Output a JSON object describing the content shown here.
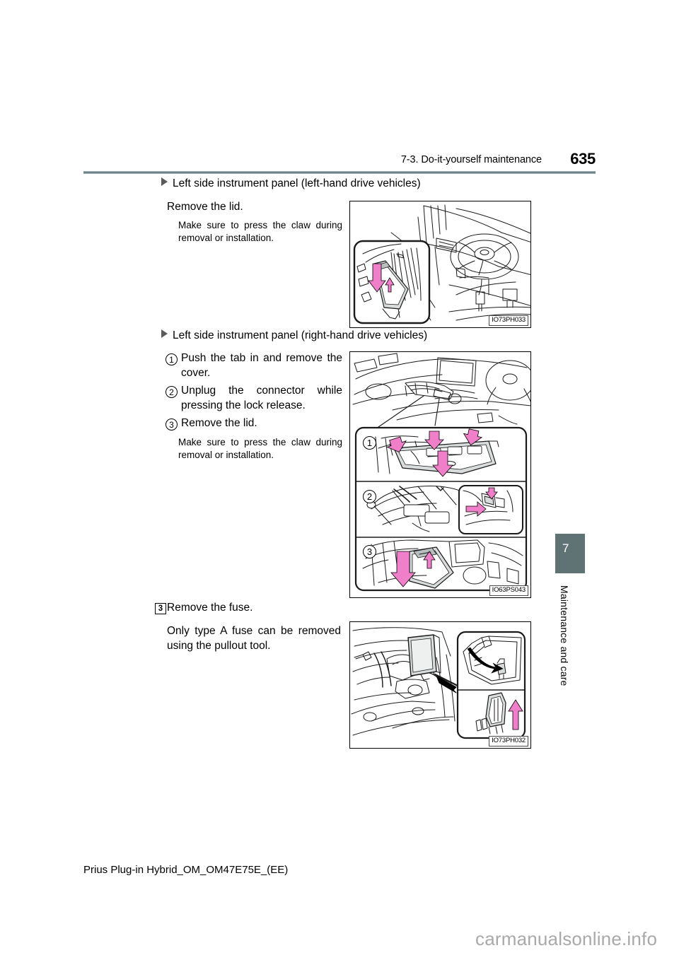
{
  "page": {
    "header_section": "7-3. Do-it-yourself maintenance",
    "page_number": "635",
    "footer_doc_id": "Prius Plug-in Hybrid_OM_OM47E75E_(EE)",
    "watermark": "carmanualsonline.info",
    "rule_color": "#6e8184"
  },
  "side_tab": {
    "chapter_number": "7",
    "chapter_label": "Maintenance and care",
    "color": "#5f7375"
  },
  "sections": [
    {
      "heading": "Left side instrument panel (left-hand drive vehicles)",
      "steps": [
        {
          "marker": "",
          "text": "Remove the lid.",
          "note": "Make sure to press the claw during removal or installation."
        }
      ],
      "figure": {
        "code": "IO73PH033",
        "alt": "Instrument panel left side with inset detail of lid removal, pink arrows"
      }
    },
    {
      "heading": "Left side instrument panel (right-hand drive vehicles)",
      "steps": [
        {
          "marker": "1",
          "text": "Push the tab in and remove the cover.",
          "note": ""
        },
        {
          "marker": "2",
          "text": "Unplug the connector while pressing the lock release.",
          "note": ""
        },
        {
          "marker": "3",
          "text": "Remove the lid.",
          "note": "Make sure to press the claw during removal or installation."
        }
      ],
      "figure": {
        "code": "IO63PS043",
        "alt": "Three-panel illustration of cover, connector and lid removal",
        "panel_labels": [
          "1",
          "2",
          "3"
        ]
      }
    },
    {
      "heading": "",
      "steps": [
        {
          "marker": "3",
          "marker_style": "square",
          "text": "Remove the fuse.",
          "note": "Only type A fuse can be removed using the pullout tool."
        }
      ],
      "figure": {
        "code": "IO73PH032",
        "alt": "Engine compartment fuse box with inset detail of pullout tool and fuse"
      }
    }
  ],
  "colors": {
    "arrow_pink": "#ef7fc8",
    "part_fill": "#d8dcdc",
    "tab_gray": "#5f7375"
  }
}
